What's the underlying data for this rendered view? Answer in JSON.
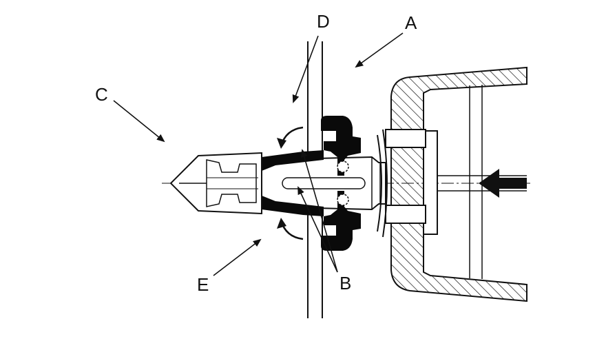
{
  "diagram": {
    "labels": {
      "a": "A",
      "b": "B",
      "c": "C",
      "d": "D",
      "e": "E"
    },
    "colors": {
      "line": "#111111",
      "fill_dark": "#0a0a0a",
      "hatch": "#111111",
      "background": "#ffffff"
    }
  }
}
